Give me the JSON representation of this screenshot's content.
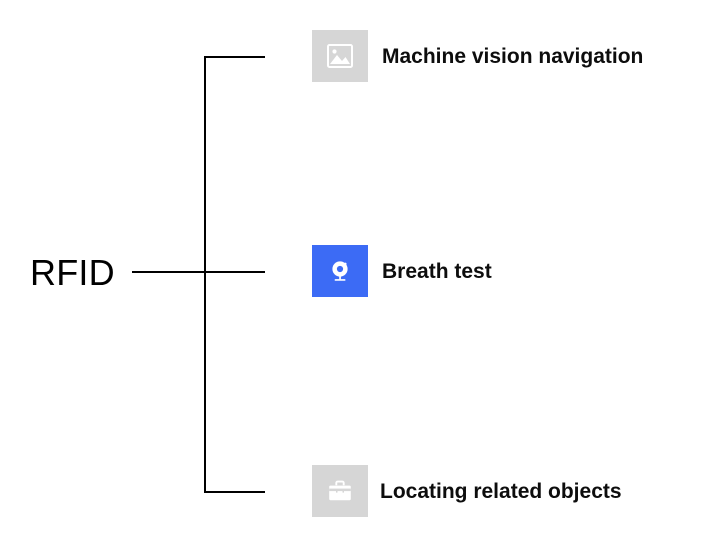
{
  "diagram": {
    "type": "bracket-tree",
    "root": {
      "label": "RFID"
    },
    "branches": [
      {
        "label": "Machine vision navigation",
        "icon": "image-placeholder-icon",
        "tile_color": "#D6D6D6",
        "glyph_color": "#FFFFFF",
        "highlighted": "false"
      },
      {
        "label": "Breath test",
        "icon": "webcam-icon",
        "tile_color": "#3C6BF5",
        "glyph_color": "#FFFFFF",
        "highlighted": "true"
      },
      {
        "label": "Locating related objects",
        "icon": "briefcase-icon",
        "tile_color": "#D6D6D6",
        "glyph_color": "#FFFFFF",
        "highlighted": "false"
      }
    ],
    "connector_color": "#000000",
    "background_color": "#FFFFFF"
  }
}
